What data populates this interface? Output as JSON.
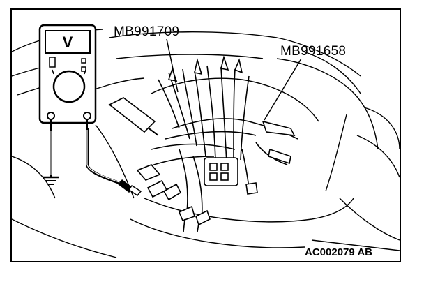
{
  "callouts": {
    "left_tool": "MB991709",
    "right_tool": "MB991658"
  },
  "meter_display": "V",
  "figure_code": "AC002079 AB"
}
